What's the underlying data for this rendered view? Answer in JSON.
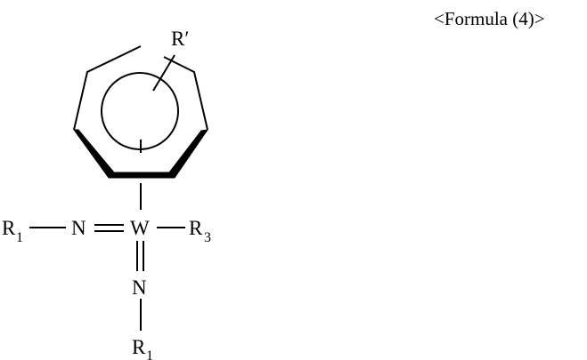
{
  "caption": "<Formula (4)>",
  "substituent": {
    "label": "R",
    "prime": "′"
  },
  "atoms": {
    "metal": "W",
    "n_left": "N",
    "n_bottom": "N",
    "r1_left": {
      "base": "R",
      "sub": "1"
    },
    "r3_right": {
      "base": "R",
      "sub": "3"
    },
    "r1_bottom": {
      "base": "R",
      "sub": "1"
    }
  },
  "ring": {
    "type": "cycloheptatrienyl",
    "members": 7,
    "aromatic_circle": true
  }
}
